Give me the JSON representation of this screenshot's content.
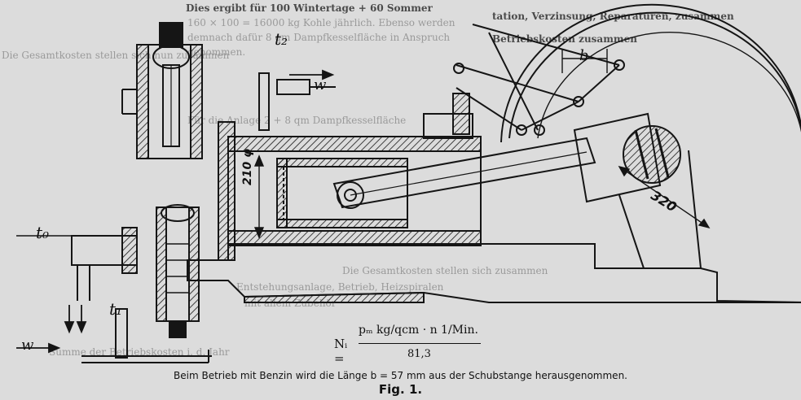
{
  "background_text": {
    "line_1": "Dies ergibt für 100 Wintertage + 60 Sommer",
    "line_2": "160 × 100 = 16000 kg Kohle jährlich. Ebenso werden",
    "line_3": "demnach dafür 8 qm Dampfkesselfläche in Anspruch",
    "line_4": "genommen.",
    "line_5": "Für die Anlage 2 + 8 qm Dampfkesselfläche",
    "line_6": "tation, Verzinsung, Reparaturen, zusammen",
    "line_7": "Betriebskosten zusammen",
    "line_8": "Die Gesamtkosten stellen sich nun zusammen",
    "line_9": "Entstehungsanlage, Betrieb, Heizspiralen",
    "line_10": "mit allem Zubehör",
    "line_11": "Die Gesamtkosten stellen sich zusammen",
    "line_12": "Summe der Betriebskosten i. d. Jahr"
  },
  "labels": {
    "t2": "t₂",
    "w_top": "w",
    "b": "b",
    "dim_210": "210 φ",
    "dim_320": "320",
    "t0": "t₀",
    "t1": "t₁",
    "w_bottom": "w"
  },
  "formula": {
    "lhs": "Nᵢ =",
    "numerator": "pₘ kg/qcm · n 1/Min.",
    "denominator": "81,3"
  },
  "caption": "Beim Betrieb mit Benzin wird die Länge b = 57 mm aus der Schubstange herausgenommen.",
  "figure_label": "Fig. 1."
}
